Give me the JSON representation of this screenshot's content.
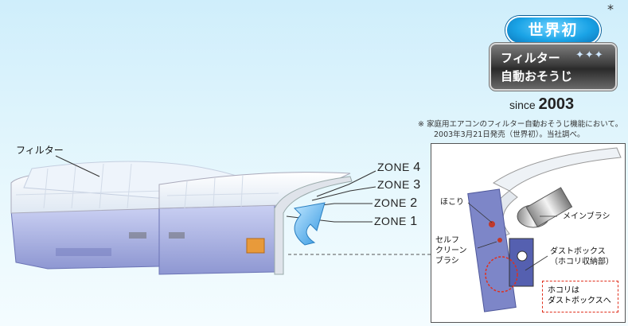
{
  "labels": {
    "filter": "フィルター",
    "zones": [
      {
        "prefix": "ZONE ",
        "num": "4"
      },
      {
        "prefix": "ZONE ",
        "num": "3"
      },
      {
        "prefix": "ZONE ",
        "num": "2"
      },
      {
        "prefix": "ZONE ",
        "num": "1"
      }
    ]
  },
  "badge": {
    "top": "世界初",
    "line1": "フィルター",
    "line2": "自動おそうじ",
    "stars": "✦✦✦",
    "asterisk": "*"
  },
  "since": {
    "prefix": "since ",
    "year": "2003"
  },
  "note": {
    "line1": "※ 家庭用エアコンのフィルター自動おそうじ機能において。",
    "line2": "2003年3月21日発売（世界初）。当社調べ。"
  },
  "inset": {
    "dust": "ほこり",
    "main_brush": "メインブラシ",
    "self_clean_1": "セルフ",
    "self_clean_2": "クリーン",
    "self_clean_3": "ブラシ",
    "dust_box_1": "ダストボックス",
    "dust_box_2": "（ホコリ収納部）",
    "dust_note_1": "ホコリは",
    "dust_note_2": "ダストボックスへ"
  },
  "colors": {
    "unit_body": "#b7c0ea",
    "filter_white": "#f6f9fd",
    "arrow_blue": "#4aa8e8",
    "dashed_red": "#e0301e"
  }
}
